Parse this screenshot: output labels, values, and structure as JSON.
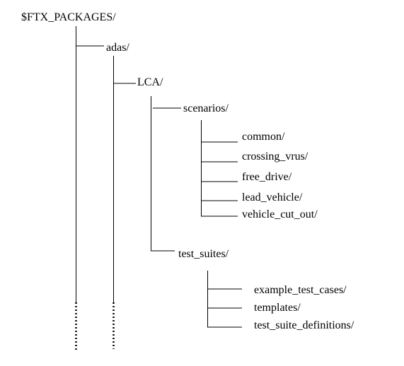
{
  "tree": {
    "root": "$FTX_PACKAGES/",
    "level1": "adas/",
    "level2": "LCA/",
    "scenarios": {
      "label": "scenarios/",
      "children": [
        "common/",
        "crossing_vrus/",
        "free_drive/",
        "lead_vehicle/",
        "vehicle_cut_out/"
      ]
    },
    "test_suites": {
      "label": "test_suites/",
      "children": [
        "example_test_cases/",
        "templates/",
        "test_suite_definitions/"
      ]
    }
  },
  "colors": {
    "line": "#000000",
    "text": "#000000"
  }
}
